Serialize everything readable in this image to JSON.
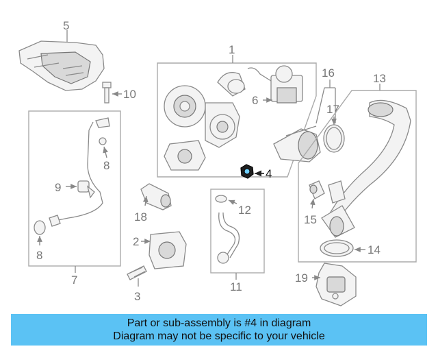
{
  "diagram": {
    "callouts": [
      "1",
      "2",
      "3",
      "4",
      "5",
      "6",
      "7",
      "8",
      "8",
      "9",
      "10",
      "11",
      "12",
      "13",
      "14",
      "15",
      "16",
      "17",
      "18",
      "19"
    ],
    "highlighted_part": "4"
  },
  "banner": {
    "line1": "Part or sub-assembly is #4 in diagram",
    "line2": "Diagram may not be specific to your vehicle",
    "color": "#5bc2f4"
  }
}
